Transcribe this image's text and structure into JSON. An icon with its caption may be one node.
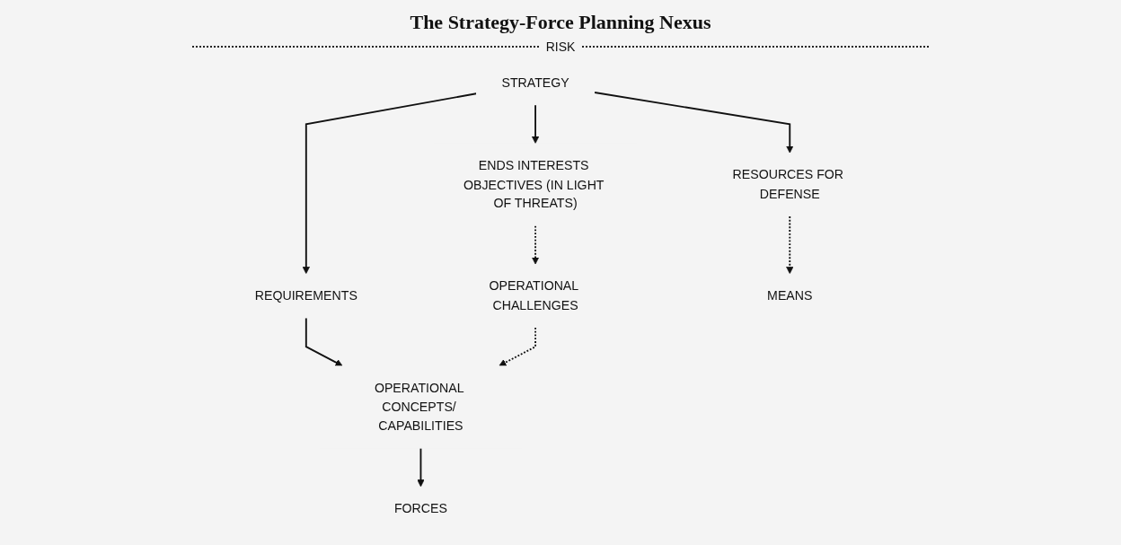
{
  "diagram": {
    "title": "The Strategy-Force Planning Nexus",
    "nodes": [
      {
        "text": [
          "STRATEGY"
        ]
      },
      {
        "text": [
          "ENDS INTERESTS OBJECTIVES (IN LIGHT OF THREATS)"
        ]
      },
      {
        "text": [
          "RESOURCES FOR DEFENSE"
        ]
      },
      {
        "text": [
          "REQUIREMENTS"
        ]
      },
      {
        "text": [
          "OPERATIONAL CHALLENGES"
        ]
      },
      {
        "text": [
          "OPERATIONAL CONCEPTS/ CAPABILITIES"
        ]
      },
      {
        "text": [
          "FORCES"
        ]
      },
      {
        "text": [
          "MEANS"
        ]
      }
    ],
    "edges": [
      {
        "from": 0,
        "to": 1,
        "arrow": "to"
      },
      {
        "from": 0,
        "to": 2,
        "arrow": "to"
      },
      {
        "from": 0,
        "to": 3,
        "arrow": "to"
      },
      {
        "from": 1,
        "to": 4,
        "arrow": "to",
        "style": "dashed"
      },
      {
        "from": 3,
        "to": 5,
        "arrow": "to"
      },
      {
        "from": 4,
        "to": 5,
        "arrow": "to",
        "style": "dashed"
      },
      {
        "from": 5,
        "to": 6,
        "arrow": "to"
      },
      {
        "from": 2,
        "to": 7,
        "arrow": "to",
        "style": "dashed"
      }
    ],
    "labels": [
      "RISK"
    ]
  }
}
